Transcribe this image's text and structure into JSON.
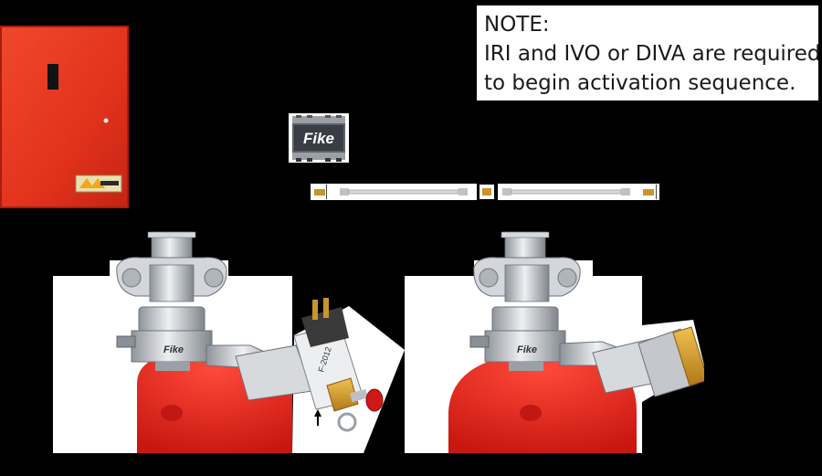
{
  "note": {
    "heading": "NOTE:",
    "line1": "IRI and IVO or DIVA are required",
    "line2": "to begin activation sequence."
  },
  "module": {
    "brand": "Fike"
  },
  "valve_left": {
    "brand": "Fike",
    "label_text": "F-2012"
  },
  "valve_right": {
    "brand": "Fike"
  },
  "colors": {
    "background": "#000000",
    "panel_red": "#e8321e",
    "cylinder_red": "#e0201a",
    "brass": "#d9a028",
    "steel": "#c9ccd0"
  }
}
